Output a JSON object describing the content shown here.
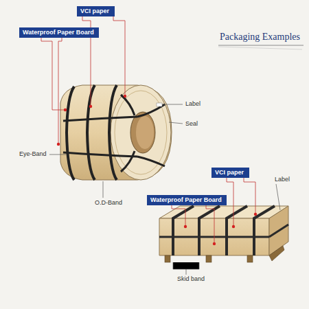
{
  "diagram": {
    "title": "Packaging Examples",
    "nodes": [
      {
        "text": [
          "VCI paper"
        ]
      },
      {
        "text": [
          "Waterproof Paper Board"
        ]
      },
      {
        "text": [
          "VCI paper"
        ]
      },
      {
        "text": [
          "Waterproof Paper Board"
        ]
      }
    ],
    "labels": [
      "Label",
      "Seal",
      "Eye-Band",
      "O.D-Band",
      "Label",
      "Skid band"
    ]
  }
}
